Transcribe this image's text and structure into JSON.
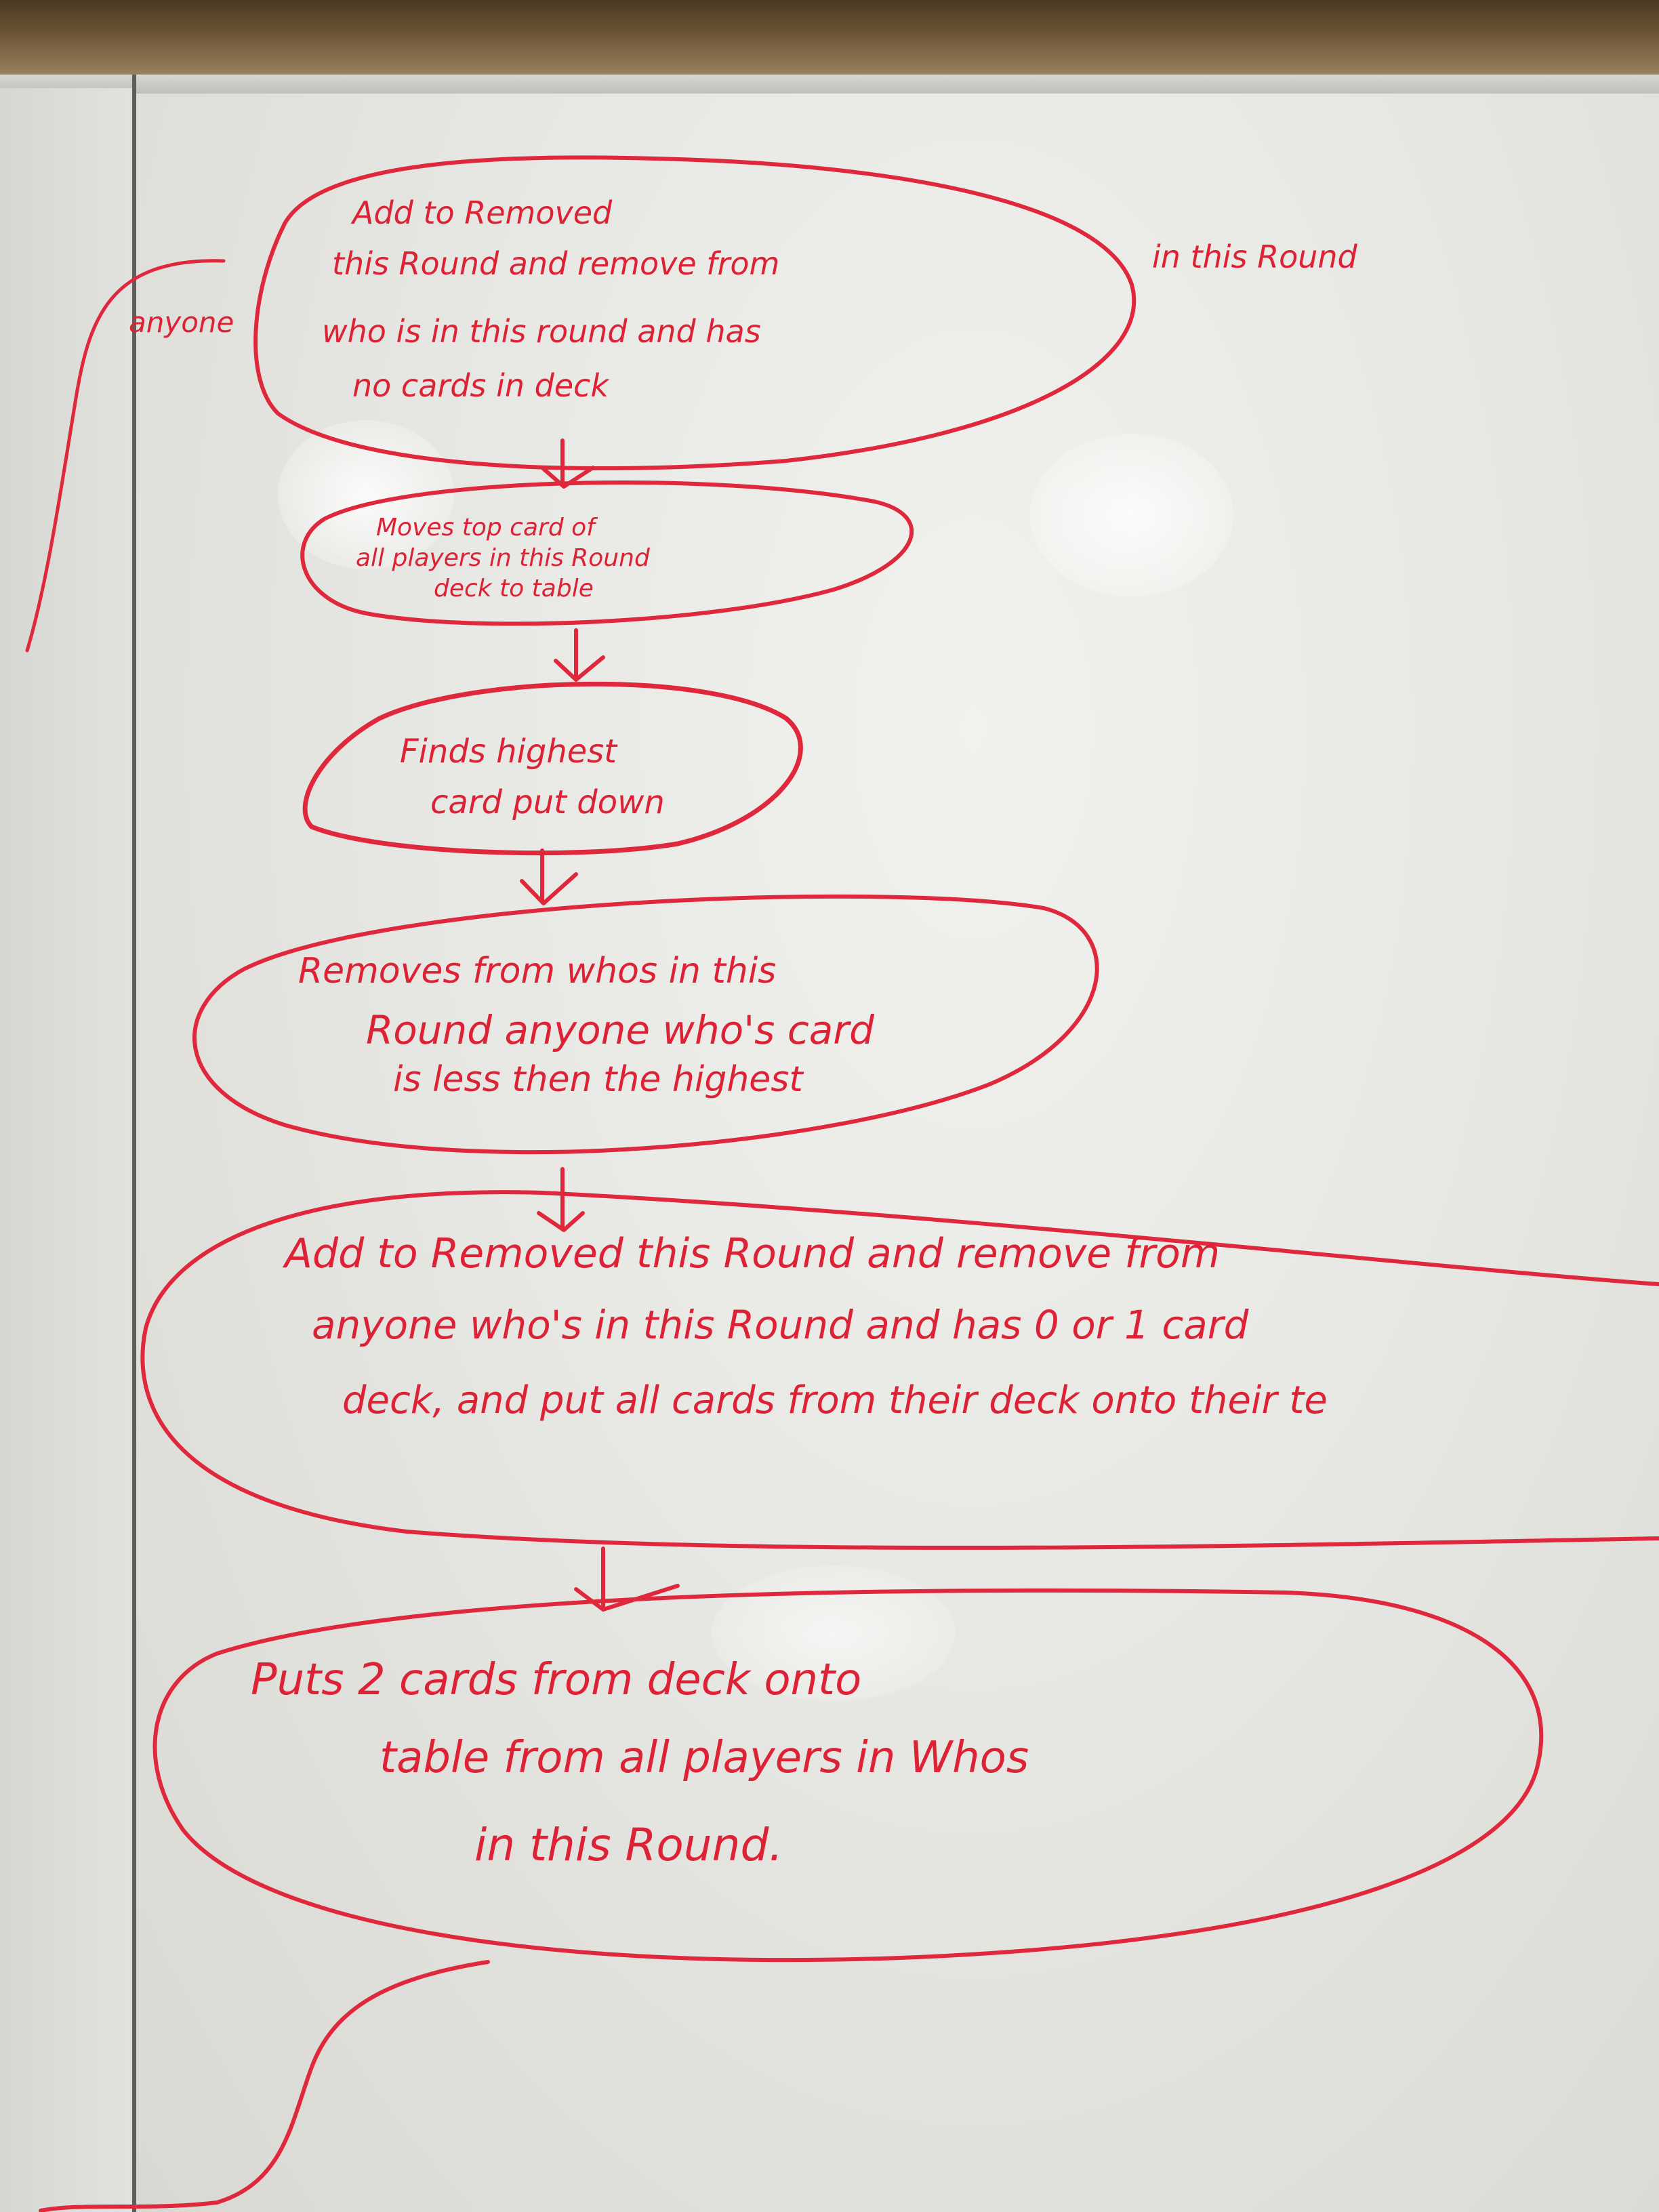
{
  "flowchart": {
    "ink_color": "#e0283c",
    "node1": {
      "lines": [
        "Add to Removed",
        "this Round and remove from",
        "who is in this round and has",
        "no cards in deck"
      ],
      "side_left": "anyone",
      "side_right": "in this Round"
    },
    "node2": {
      "lines": [
        "Moves top card of",
        "all players in this Round",
        "deck to table"
      ]
    },
    "node3": {
      "lines": [
        "Finds highest",
        "card put down"
      ]
    },
    "node4": {
      "lines": [
        "Removes from whos in this",
        "Round anyone who's card",
        "is less then the highest"
      ]
    },
    "node5": {
      "lines": [
        "Add to Removed this Round and remove from",
        "anyone who's in this Round and has 0 or 1 card",
        "deck, and put all cards from their deck onto their te"
      ]
    },
    "node6": {
      "lines": [
        "Puts 2 cards from deck onto",
        "table from all players in Whos",
        "in this Round."
      ]
    }
  }
}
